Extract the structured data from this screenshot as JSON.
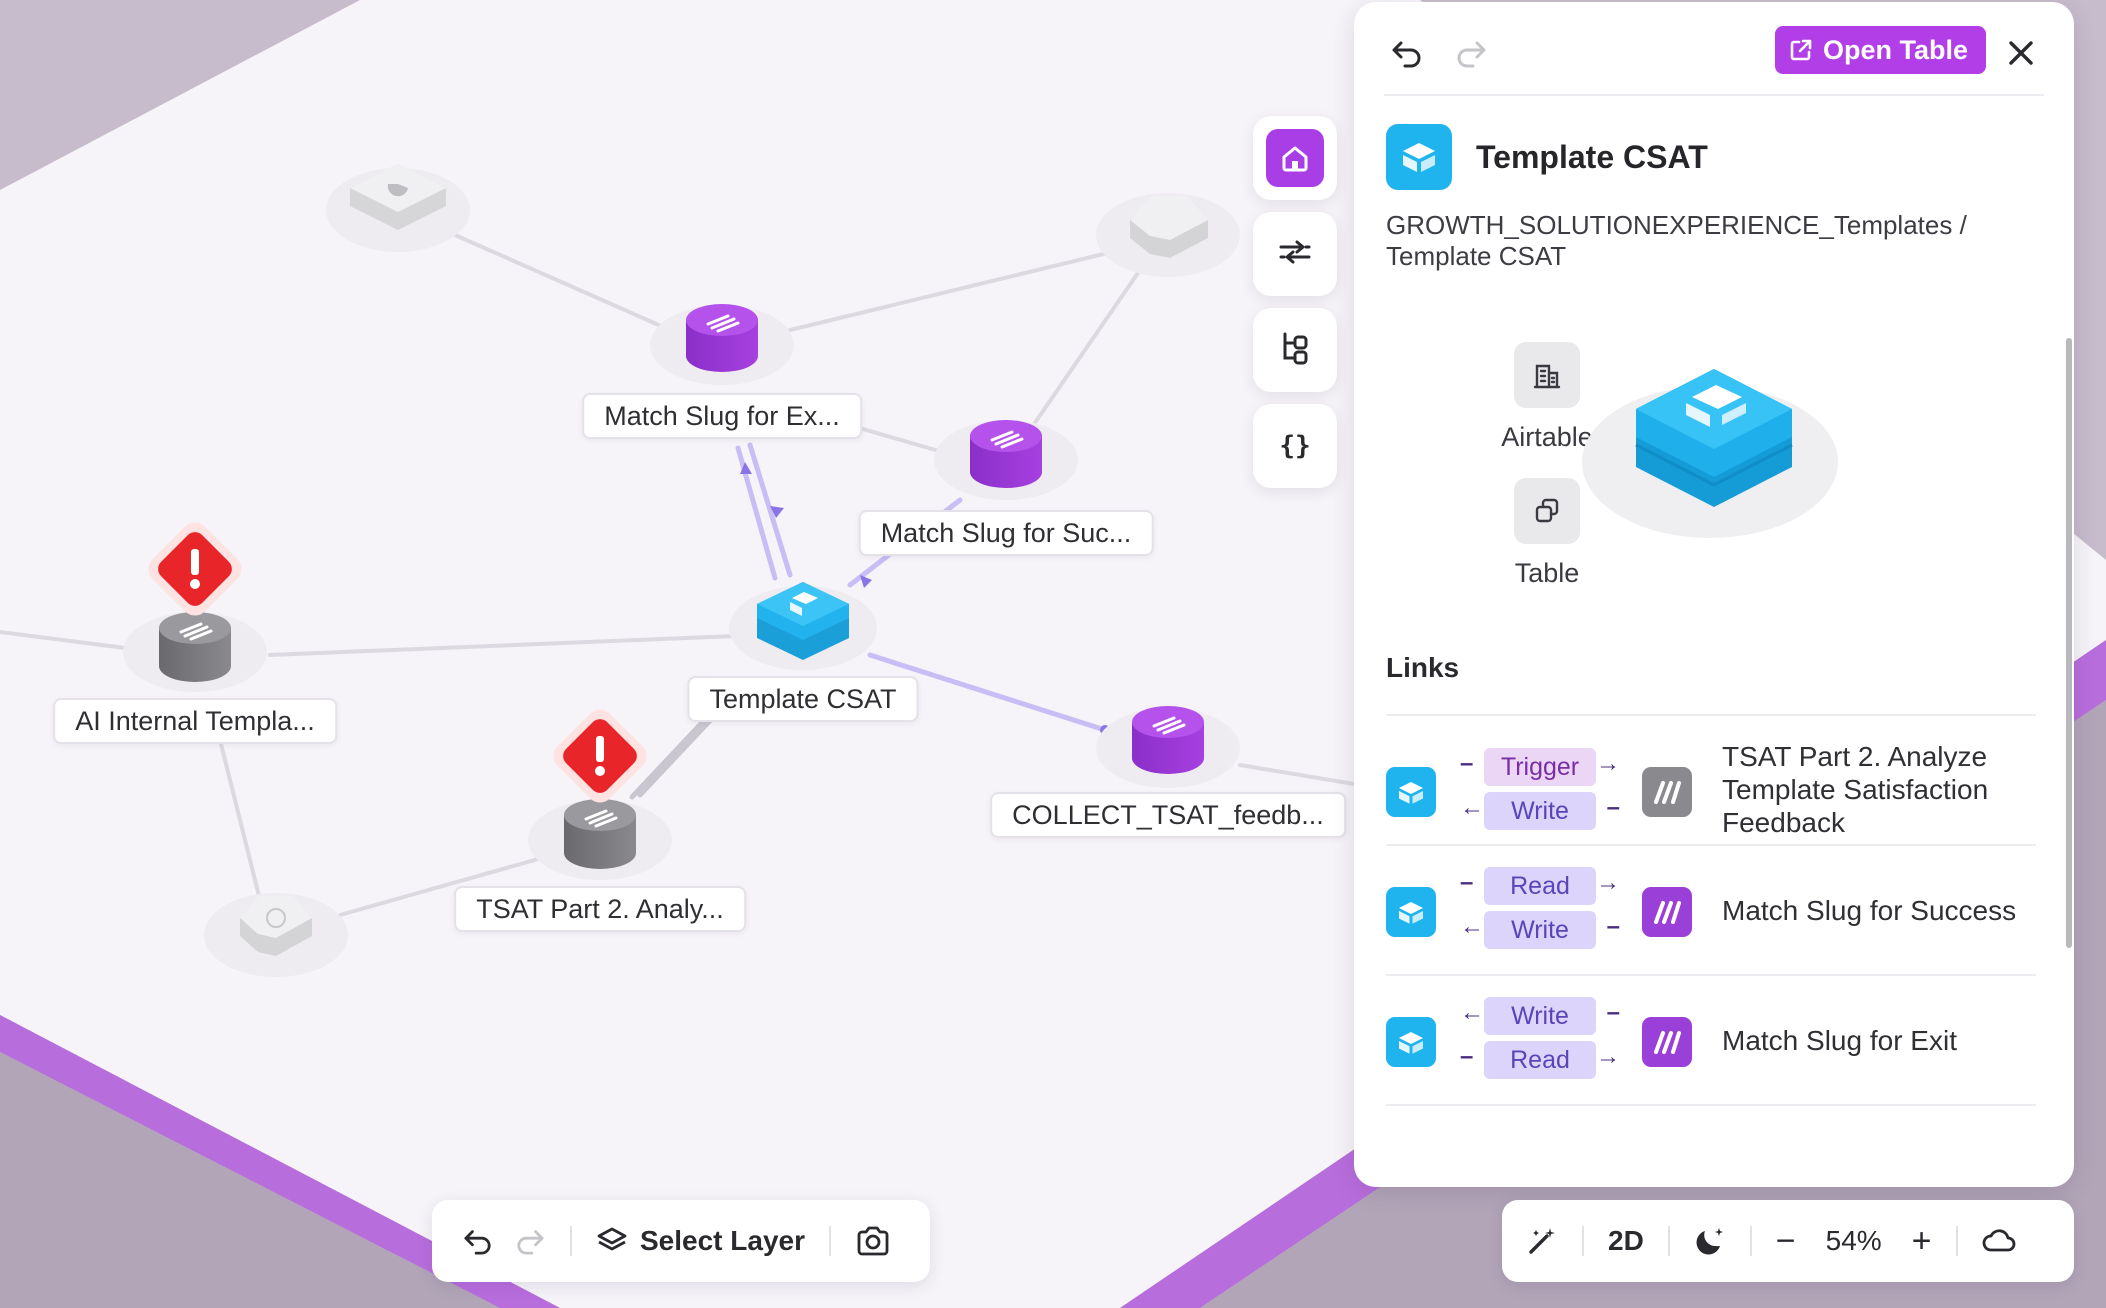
{
  "canvas": {
    "nodes": [
      {
        "label": "Match Slug for Ex...",
        "kind": "purple"
      },
      {
        "label": "Match Slug for Suc...",
        "kind": "purple"
      },
      {
        "label": "AI Internal Templa...",
        "kind": "gray-error"
      },
      {
        "label": "Template CSAT",
        "kind": "airtable"
      },
      {
        "label": "TSAT Part 2. Analy...",
        "kind": "gray-error"
      },
      {
        "label": "COLLECT_TSAT_feedb...",
        "kind": "purple"
      }
    ]
  },
  "tools": {
    "items": [
      {
        "icon": "home-icon",
        "active": true
      },
      {
        "icon": "filter-sliders-icon",
        "active": false
      },
      {
        "icon": "hierarchy-icon",
        "active": false
      },
      {
        "icon": "code-braces-icon",
        "active": false
      }
    ],
    "braces_glyph": "{}"
  },
  "panel": {
    "open_table_label": "Open Table",
    "title": "Template CSAT",
    "path": "GROWTH_SOLUTIONEXPERIENCE_Templates / Template CSAT",
    "meta": {
      "source_label": "Airtable",
      "type_label": "Table"
    },
    "links_heading": "Links",
    "links": [
      {
        "top": "Trigger",
        "bottom": "Write",
        "target": "TSAT Part 2. Analyze Template Satisfaction Feedback",
        "target_kind": "gray"
      },
      {
        "top": "Read",
        "bottom": "Write",
        "target": "Match Slug for Success",
        "target_kind": "purple"
      },
      {
        "top": "Write",
        "bottom": "Read",
        "target": "Match Slug for Exit",
        "target_kind": "purple"
      }
    ]
  },
  "bottom_left": {
    "select_layer_label": "Select Layer"
  },
  "bottom_right": {
    "mode_label": "2D",
    "zoom_label": "54%",
    "minus": "−",
    "plus": "+"
  },
  "colors": {
    "accent": "#b23ee8",
    "airtable_blue": "#1fb4ee",
    "make_purple": "#9b3fd9",
    "error_red": "#e8262a"
  }
}
